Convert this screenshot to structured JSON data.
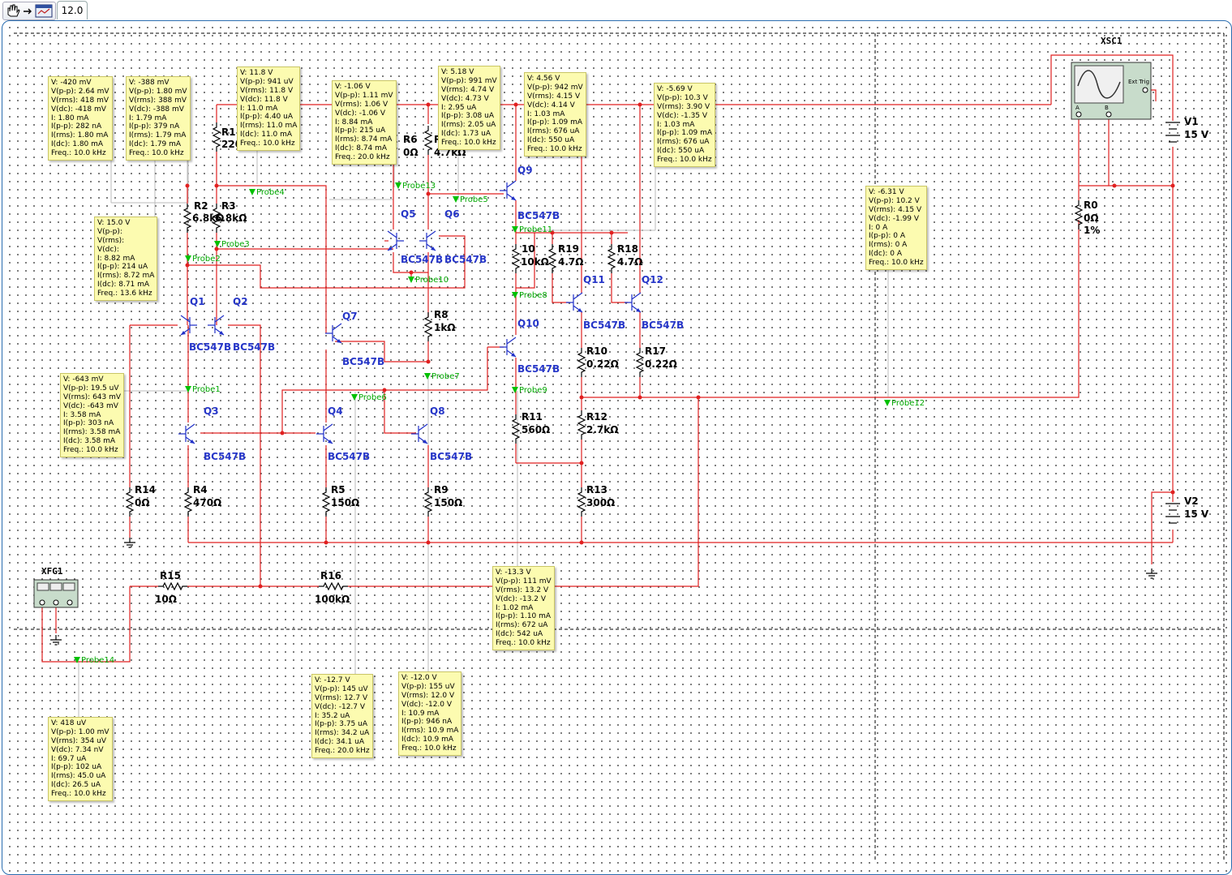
{
  "toolbar": {
    "zoom_tab": "12.0",
    "icons": [
      "hand-icon",
      "arrow-icon",
      "grapher-icon"
    ]
  },
  "instruments": {
    "scope": "XSC1",
    "generator": "XFG1",
    "scope_ext": "Ext Trig",
    "scope_a": "A",
    "scope_b": "B"
  },
  "components": {
    "Q1": {
      "ref": "Q1",
      "model": "BC547B"
    },
    "Q2": {
      "ref": "Q2",
      "model": "BC547B"
    },
    "Q3": {
      "ref": "Q3",
      "model": "BC547B"
    },
    "Q4": {
      "ref": "Q4",
      "model": "BC547B"
    },
    "Q5": {
      "ref": "Q5",
      "model": "BC547B"
    },
    "Q6": {
      "ref": "Q6",
      "model": "BC547B"
    },
    "Q7": {
      "ref": "Q7",
      "model": "BC547B"
    },
    "Q8": {
      "ref": "Q8",
      "model": "BC547B"
    },
    "Q9": {
      "ref": "Q9",
      "model": "BC547B"
    },
    "Q10": {
      "ref": "Q10",
      "model": "BC547B"
    },
    "Q11": {
      "ref": "Q11",
      "model": "BC547B"
    },
    "Q12": {
      "ref": "Q12",
      "model": "BC547B"
    },
    "R0": {
      "ref": "R0",
      "value": "0Ω",
      "tol": "1%"
    },
    "R1": {
      "ref": "R1",
      "value": "220"
    },
    "R2": {
      "ref": "R2",
      "value": "6.8kΩ"
    },
    "R3": {
      "ref": "R3",
      "value": "6.8kΩ"
    },
    "R4": {
      "ref": "R4",
      "value": "470Ω"
    },
    "R5": {
      "ref": "R5",
      "value": "150Ω"
    },
    "R6": {
      "ref": "R6",
      "value": "0Ω"
    },
    "R7": {
      "ref": "R",
      "value": "4.7kΩ"
    },
    "R8": {
      "ref": "R8",
      "value": "1kΩ"
    },
    "R9": {
      "ref": "R9",
      "value": "150Ω"
    },
    "R10": {
      "ref": "R10",
      "value": "0.22Ω"
    },
    "R11": {
      "ref": "R11",
      "value": "560Ω"
    },
    "R12": {
      "ref": "R12",
      "value": "2.7kΩ"
    },
    "R13": {
      "ref": "R13",
      "value": "300Ω"
    },
    "R14": {
      "ref": "R14",
      "value": "0Ω"
    },
    "R15": {
      "ref": "R15",
      "value": "10Ω"
    },
    "R16": {
      "ref": "R16",
      "value": "100kΩ"
    },
    "R17": {
      "ref": "R17",
      "value": "0.22Ω"
    },
    "R18": {
      "ref": "R18",
      "value": "4.7Ω"
    },
    "R19": {
      "ref": "R19",
      "value": "4.7Ω"
    },
    "R20": {
      "ref": "10",
      "value": "10kΩ"
    },
    "V1": {
      "ref": "V1",
      "value": "15 V"
    },
    "V2": {
      "ref": "V2",
      "value": "15 V"
    }
  },
  "probes": [
    "Probe1",
    "Probe2",
    "Probe3",
    "Probe4",
    "Probe5",
    "Probe6",
    "Probe7",
    "Probe8",
    "Probe9",
    "Probe10",
    "Probe11",
    "Probe12",
    "Probe13",
    "Probe14"
  ],
  "measurements": {
    "p1": [
      "V: -643 mV",
      "V(p-p): 19.5 uV",
      "V(rms): 643 mV",
      "V(dc): -643 mV",
      "I: 3.58 mA",
      "I(p-p): 303 nA",
      "I(rms): 3.58 mA",
      "I(dc): 3.58 mA",
      "Freq.: 10.0 kHz"
    ],
    "p2": [
      "V: 15.0 V",
      "V(p-p):",
      "V(rms):",
      "V(dc):",
      "I: 8.82 mA",
      "I(p-p): 214 uA",
      "I(rms): 8.72 mA",
      "I(dc): 8.71 mA",
      "Freq.: 13.6 kHz"
    ],
    "p3": [
      "V: -388 mV",
      "V(p-p): 1.80 mV",
      "V(rms): 388 mV",
      "V(dc): -388 mV",
      "I: 1.79 mA",
      "I(p-p): 379 nA",
      "I(rms): 1.79 mA",
      "I(dc): 1.79 mA",
      "Freq.: 10.0 kHz"
    ],
    "p4": [
      "V: -420 mV",
      "V(p-p): 2.64 mV",
      "V(rms): 418 mV",
      "V(dc): -418 mV",
      "I: 1.80 mA",
      "I(p-p): 282 nA",
      "I(rms): 1.80 mA",
      "I(dc): 1.80 mA",
      "Freq.: 10.0 kHz"
    ],
    "p5": [
      "V: 11.8 V",
      "V(p-p): 941 uV",
      "V(rms): 11.8 V",
      "V(dc): 11.8 V",
      "I: 11.0 mA",
      "I(p-p): 4.40 uA",
      "I(rms): 11.0 mA",
      "I(dc): 11.0 mA",
      "Freq.: 10.0 kHz"
    ],
    "p6": [
      "V: -12.7 V",
      "V(p-p): 145 uV",
      "V(rms): 12.7 V",
      "V(dc): -12.7 V",
      "I: 35.2 uA",
      "I(p-p): 3.75 uA",
      "I(rms): 34.2 uA",
      "I(dc): 34.1 uA",
      "Freq.: 20.0 kHz"
    ],
    "p7": [
      "V: -12.0 V",
      "V(p-p): 155 uV",
      "V(rms): 12.0 V",
      "V(dc): -12.0 V",
      "I: 10.9 mA",
      "I(p-p): 946 nA",
      "I(rms): 10.9 mA",
      "I(dc): 10.9 mA",
      "Freq.: 10.0 kHz"
    ],
    "p8": [
      "V: -13.3 V",
      "V(p-p): 111 mV",
      "V(rms): 13.2 V",
      "V(dc): -13.2 V",
      "I: 1.02 mA",
      "I(p-p): 1.10 mA",
      "I(rms): 672 uA",
      "I(dc): 542 uA",
      "Freq.: 10.0 kHz"
    ],
    "p9": [
      "V: 4.56 V",
      "V(p-p): 942 mV",
      "V(rms): 4.15 V",
      "V(dc): 4.14 V",
      "I: 1.03 mA",
      "I(p-p): 1.09 mA",
      "I(rms): 676 uA",
      "I(dc): 550 uA",
      "Freq.: 10.0 kHz"
    ],
    "p10": [
      "V: -1.06 V",
      "V(p-p): 1.11 mV",
      "V(rms): 1.06 V",
      "V(dc): -1.06 V",
      "I: 8.84 mA",
      "I(p-p): 215 uA",
      "I(rms): 8.74 mA",
      "I(dc): 8.74 mA",
      "Freq.: 20.0 kHz"
    ],
    "p11": [
      "V: 5.18 V",
      "V(p-p): 991 mV",
      "V(rms): 4.74 V",
      "V(dc): 4.73 V",
      "I: 2.95 uA",
      "I(p-p): 3.08 uA",
      "I(rms): 2.05 uA",
      "I(dc): 1.73 uA",
      "Freq.: 10.0 kHz"
    ],
    "p12": [
      "V: -5.69 V",
      "V(p-p): 10.3 V",
      "V(rms): 3.90 V",
      "V(dc): -1.35 V",
      "I: 1.03 mA",
      "I(p-p): 1.09 mA",
      "I(rms): 676 uA",
      "I(dc): 550 uA",
      "Freq.: 10.0 kHz"
    ],
    "p13": [
      "V: -6.31 V",
      "V(p-p): 10.2 V",
      "V(rms): 4.15 V",
      "V(dc): -1.99 V",
      "I: 0 A",
      "I(p-p): 0 A",
      "I(rms): 0 A",
      "I(dc): 0 A",
      "Freq.: 10.0 kHz"
    ],
    "p14": [
      "V: 418 uV",
      "V(p-p): 1.00 mV",
      "V(rms): 354 uV",
      "V(dc): 7.34 nV",
      "I: 69.7 uA",
      "I(p-p): 102 uA",
      "I(rms): 45.0 uA",
      "I(dc): 26.5 uA",
      "Freq.: 10.0 kHz"
    ]
  },
  "colors": {
    "wire": "#e02020",
    "transistor": "#2030c8",
    "probe": "#00b000",
    "tooltip": "#fcfbb0",
    "grid": "#5a5a5a",
    "frame": "#2a6db0"
  }
}
